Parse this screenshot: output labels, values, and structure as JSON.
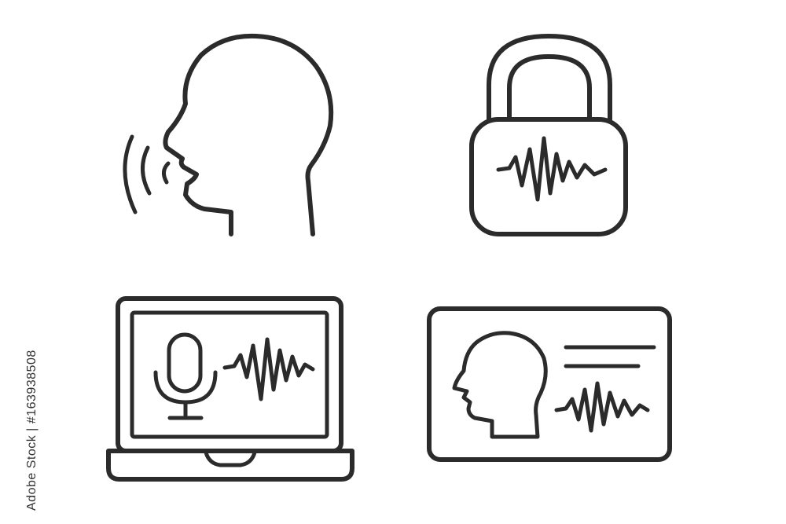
{
  "image": {
    "background_color": "#ffffff",
    "stroke_color": "#2b2b2b",
    "icons": [
      {
        "id": "speaking-head",
        "icon": "speaking-head-icon"
      },
      {
        "id": "voice-lock",
        "icon": "voice-padlock-icon"
      },
      {
        "id": "laptop-voice",
        "icon": "laptop-microphone-waveform-icon"
      },
      {
        "id": "voice-id-card",
        "icon": "voice-id-card-icon"
      }
    ],
    "stock_text": "Adobe Stock | #163938508"
  }
}
